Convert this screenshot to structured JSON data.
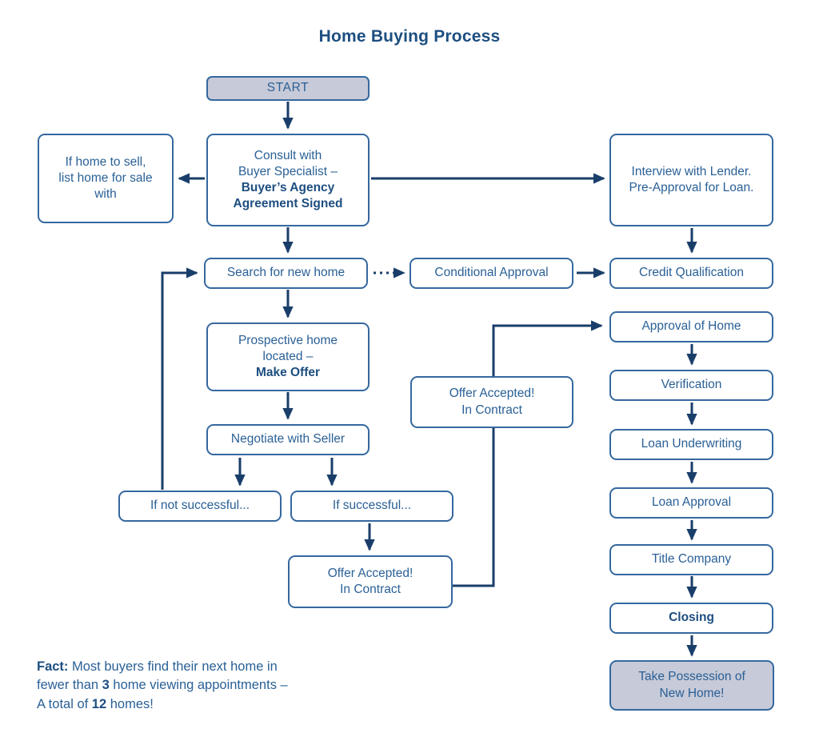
{
  "title": "Home Buying Process",
  "colors": {
    "box_border": "#35689f",
    "box_text": "#2a6096",
    "bold_text": "#1d4e80",
    "arrow": "#1a3e6a",
    "terminal_fill": "#c7cad8",
    "background": "#ffffff"
  },
  "nodes": {
    "start": {
      "label": "START"
    },
    "consult": {
      "lines": [
        "Consult with",
        "Buyer Specialist –",
        "Buyer’s Agency",
        "Agreement Signed"
      ]
    },
    "list_home": {
      "lines": [
        "If home to sell,",
        "list home for sale",
        "with"
      ]
    },
    "interview": {
      "lines": [
        "Interview with Lender.",
        "Pre-Approval for Loan."
      ]
    },
    "search": {
      "label": "Search for new home"
    },
    "conditional": {
      "label": "Conditional Approval"
    },
    "credit": {
      "label": "Credit Qualification"
    },
    "prospective": {
      "lines": [
        "Prospective home",
        "located –",
        "Make Offer"
      ]
    },
    "negotiate": {
      "label": "Negotiate with Seller"
    },
    "not_successful": {
      "label": "If not successful..."
    },
    "successful": {
      "label": "If successful..."
    },
    "offer_accepted_main": {
      "lines": [
        "Offer Accepted!",
        "In Contract"
      ]
    },
    "offer_accepted_branch": {
      "lines": [
        "Offer Accepted!",
        "In Contract"
      ]
    },
    "approval_of_home": {
      "label": "Approval of Home"
    },
    "verification": {
      "label": "Verification"
    },
    "loan_underwriting": {
      "label": "Loan Underwriting"
    },
    "loan_approval": {
      "label": "Loan Approval"
    },
    "title_company": {
      "label": "Title Company"
    },
    "closing": {
      "label": "Closing"
    },
    "take_possession": {
      "lines": [
        "Take Possession of",
        "New Home!"
      ]
    }
  },
  "fact": {
    "bold_prefix": "Fact:",
    "line1_rest": " Most buyers find their next home in",
    "line2_a": "fewer than ",
    "line2_num": "3",
    "line2_b": " home viewing appointments –",
    "line3_a": "A total of ",
    "line3_num": "12",
    "line3_b": " homes!"
  }
}
